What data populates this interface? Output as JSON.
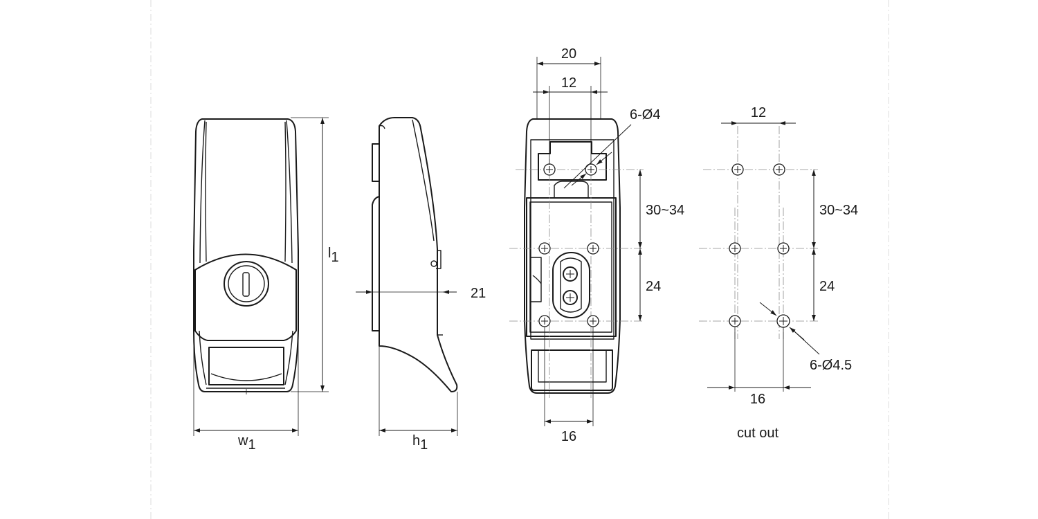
{
  "views": {
    "front": {
      "length_label": "l",
      "length_sub": "1",
      "width_label": "w",
      "width_sub": "1"
    },
    "side": {
      "height_label": "h",
      "height_sub": "1",
      "offset_label": "21"
    },
    "back": {
      "width_outer": "20",
      "width_inner": "12",
      "hole_callout": "6-Ø4",
      "spacing_upper": "30~34",
      "spacing_lower": "24",
      "bottom_width": "16"
    },
    "cutout": {
      "width_top": "12",
      "spacing_upper": "30~34",
      "spacing_lower": "24",
      "hole_callout": "6-Ø4.5",
      "width_bottom": "16",
      "caption": "cut out"
    }
  }
}
